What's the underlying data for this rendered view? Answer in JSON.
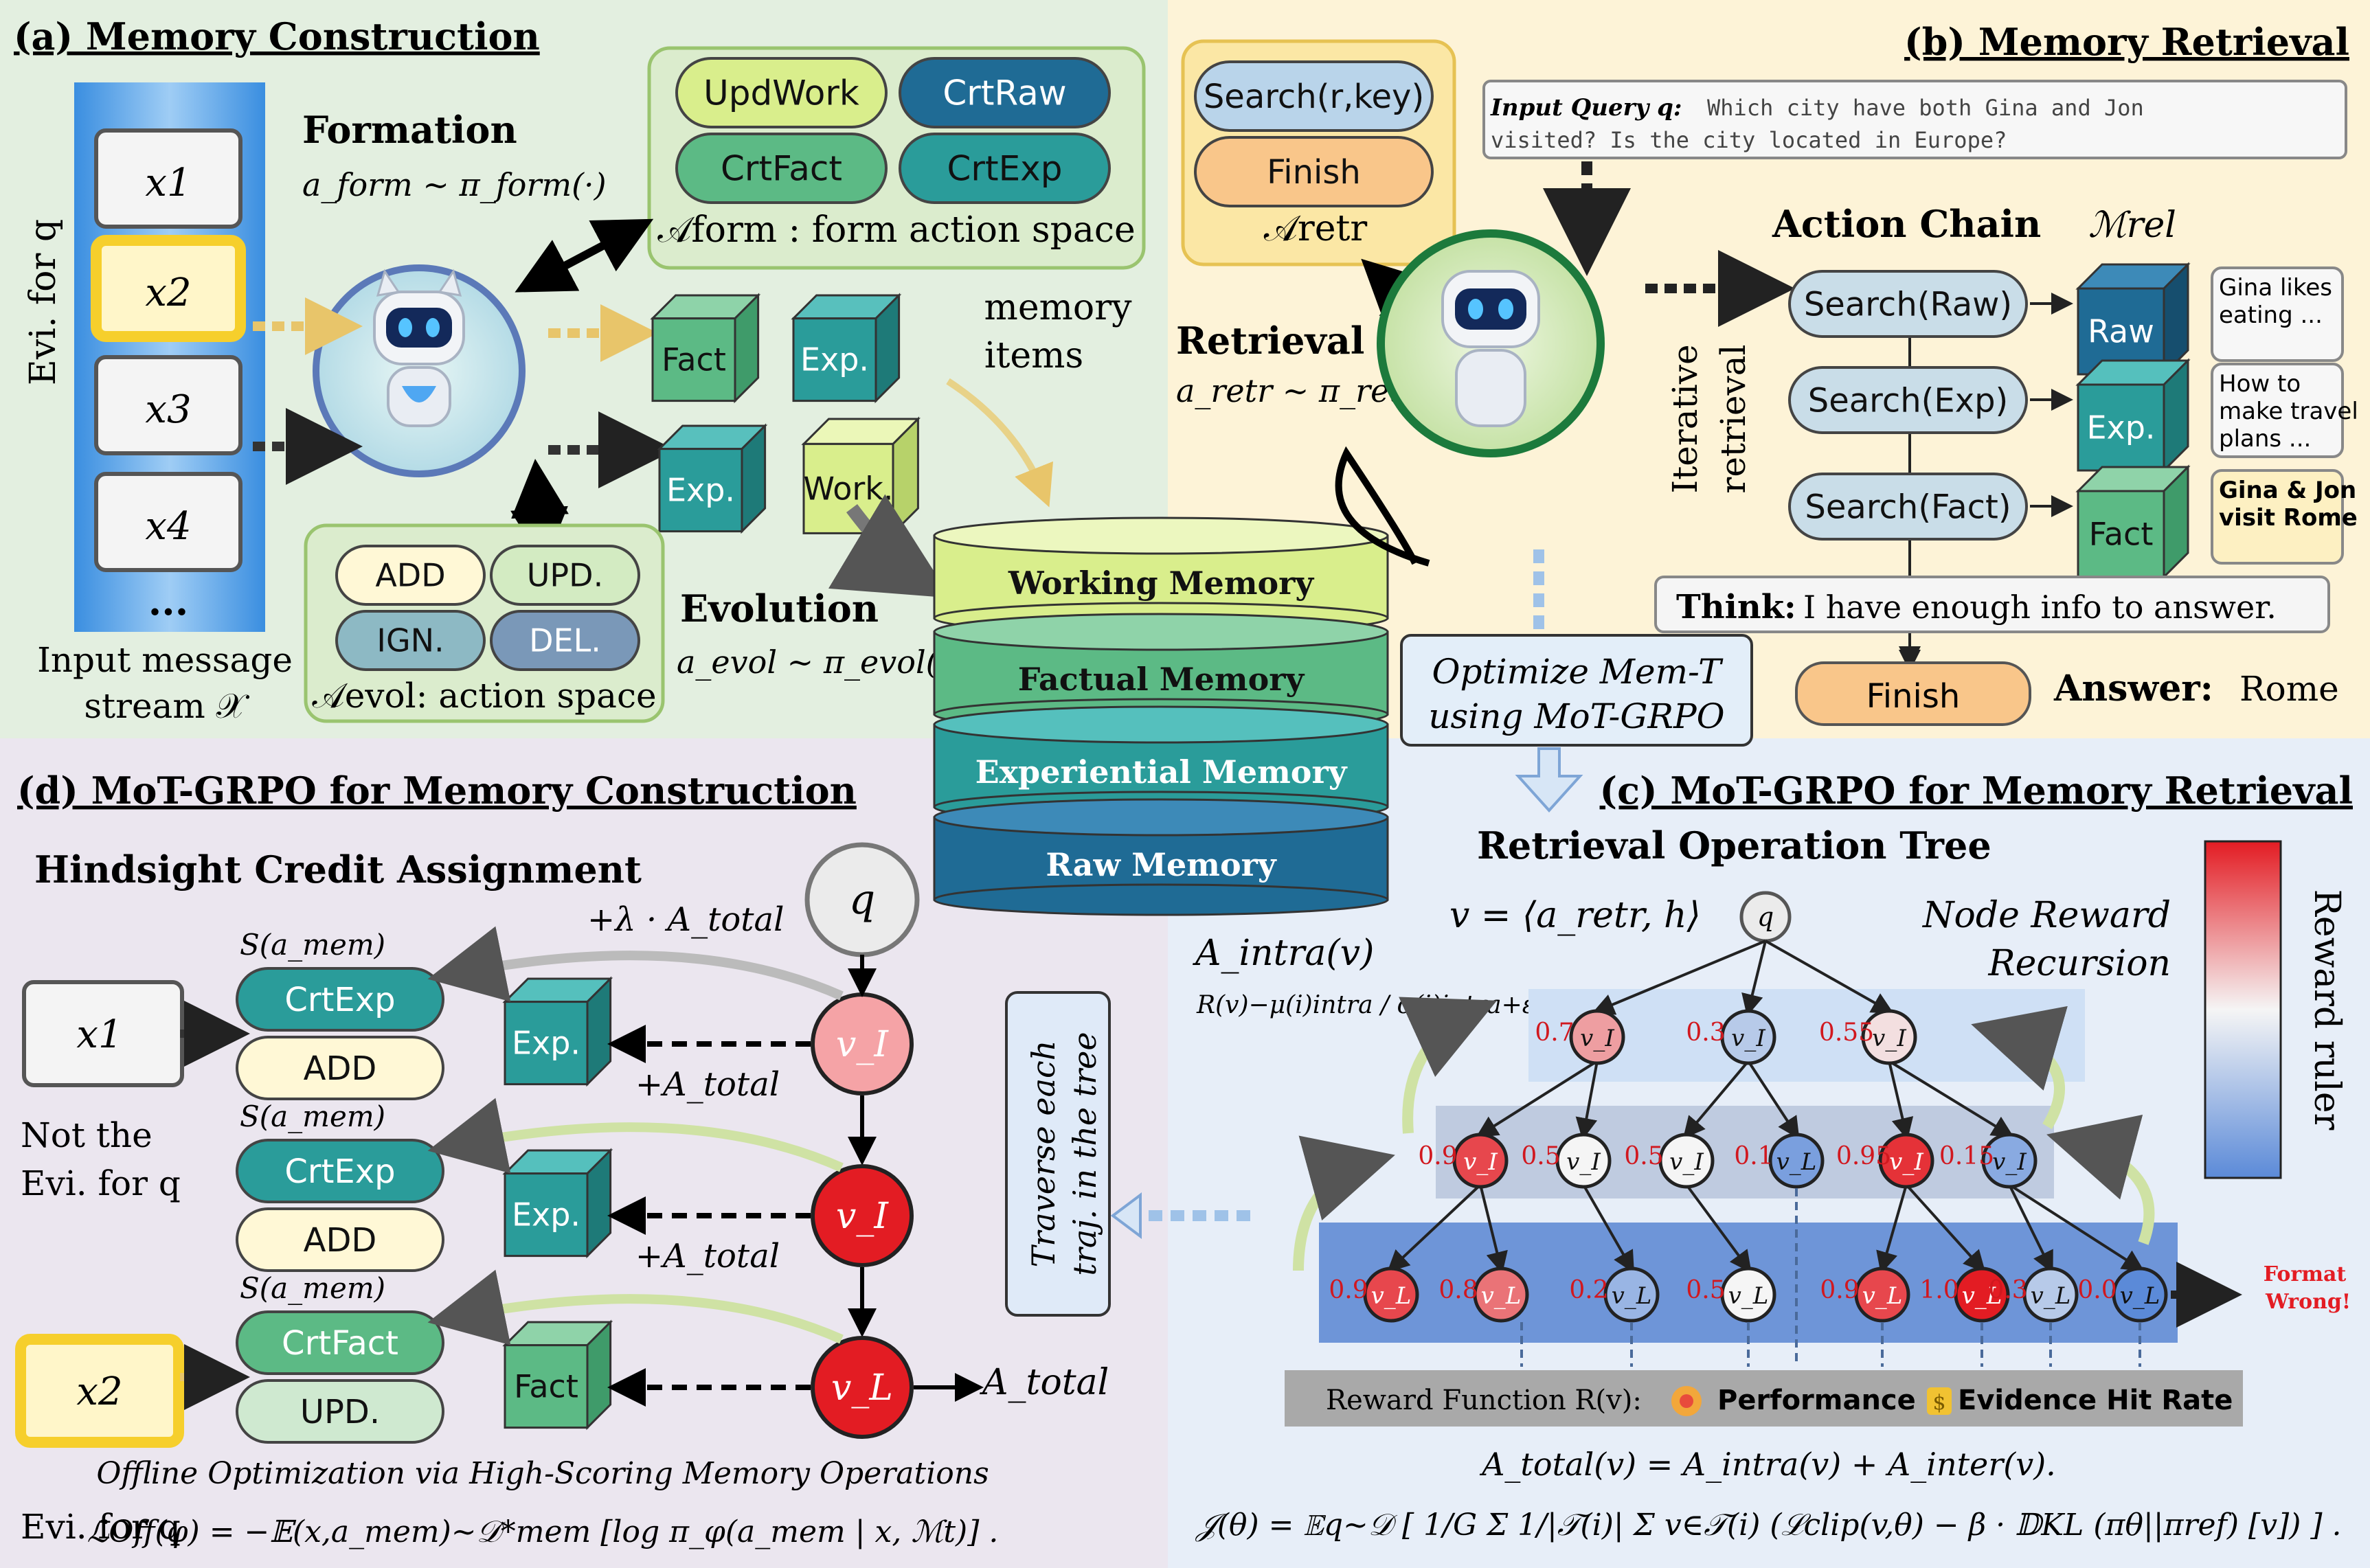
{
  "panels": {
    "a": {
      "title": "(a) Memory Construction"
    },
    "b": {
      "title": "(b) Memory Retrieval"
    },
    "c": {
      "title": "(c) MoT-GRPO for Memory Retrieval"
    },
    "d": {
      "title": "(d) MoT-GRPO for Memory Construction"
    }
  },
  "construction": {
    "evi_label": "Evi. for q",
    "stream_items": [
      "x1",
      "x2",
      "x3",
      "x4",
      "..."
    ],
    "stream_caption": [
      "Input message",
      "stream 𝒳"
    ],
    "formation_title": "Formation",
    "formation_formula": "a_form ~ π_form(·)",
    "form_actions": [
      "UpdWork",
      "CrtRaw",
      "CrtFact",
      "CrtExp"
    ],
    "form_space_label": "𝒜form : form action space",
    "memory_items_label": [
      "memory",
      "items"
    ],
    "cubes_top": [
      "Fact",
      "Exp."
    ],
    "cubes_bottom": [
      "Exp.",
      "Work."
    ],
    "evolution_title": "Evolution",
    "evolution_formula": "a_evol ~ π_evol(·)",
    "evol_actions": [
      "ADD",
      "UPD.",
      "IGN.",
      "DEL."
    ],
    "evol_space_label": "𝒜evol: action space"
  },
  "memory_stack": [
    "Working Memory",
    "Factual Memory",
    "Experiential Memory",
    "Raw Memory"
  ],
  "retrieval": {
    "retr_actions": [
      "Search(r,key)",
      "Finish"
    ],
    "retr_space_label": "𝒜retr",
    "retrieval_title": "Retrieval",
    "retrieval_formula": "a_retr ~ π_retr(·)",
    "query_label": "Input Query q:",
    "query_text": [
      "Which city have both Gina and Jon",
      "visited? Is the city located in Europe?"
    ],
    "action_chain_title": "Action Chain",
    "m_rel": "ℳrel",
    "iterative_label": [
      "Iterative",
      "retrieval"
    ],
    "chain": [
      {
        "action": "Search(Raw)",
        "cube": "Raw",
        "result": [
          "Gina likes",
          "eating ..."
        ]
      },
      {
        "action": "Search(Exp)",
        "cube": "Exp.",
        "result": [
          "How to",
          "make travel",
          "plans ..."
        ]
      },
      {
        "action": "Search(Fact)",
        "cube": "Fact",
        "result": [
          "Gina & Jon",
          "visit Rome"
        ]
      }
    ],
    "think_label": "Think:",
    "think_text": "I have enough info to answer.",
    "finish_label": "Finish",
    "answer_label": "Answer:",
    "answer_text": "Rome",
    "optimize_text": [
      "Optimize Mem-T",
      "using MoT-GRPO"
    ]
  },
  "grpo_construction": {
    "hindsight_title": "Hindsight Credit Assignment",
    "q_node": "q",
    "plus_lambda": "+λ · A_total",
    "plus_a": "+A_total",
    "a_total": "A_total",
    "s_amem": "S(a_mem)",
    "rows": [
      {
        "input": "x1",
        "note": [
          "Not the",
          "Evi. for q"
        ],
        "top": "CrtExp",
        "bottom": "ADD",
        "cube": "Exp.",
        "node": "v_I"
      },
      {
        "input": "",
        "note": [],
        "top": "CrtExp",
        "bottom": "ADD",
        "cube": "Exp.",
        "node": "v_I"
      },
      {
        "input": "x2",
        "note": [
          "Evi. for q"
        ],
        "top": "CrtFact",
        "bottom": "UPD.",
        "cube": "Fact",
        "node": "v_L"
      }
    ],
    "traverse_text": [
      "Traverse each",
      "traj. in the tree"
    ],
    "offline_title": "Offline Optimization via High-Scoring Memory Operations",
    "offline_formula": "ℒOff(φ) = −𝔼(x,a_mem)~𝒟*mem [log π_φ(a_mem | x, ℳt)] ."
  },
  "grpo_retrieval": {
    "tree_title": "Retrieval Operation Tree",
    "v_def": "v = ⟨a_retr, h⟩",
    "root": "q",
    "node_reward_title": [
      "Node Reward",
      "Recursion"
    ],
    "a_intra": "A_intra(v)",
    "a_intra_formula": "R(v)−μ(i)intra / σ(i)intra+ε",
    "reward_ruler": "Reward ruler",
    "level1": [
      {
        "score": "0.7",
        "label": "v_I",
        "reward": 0.7
      },
      {
        "score": "0.3",
        "label": "v_I",
        "reward": 0.3
      },
      {
        "score": "0.55",
        "label": "v_I",
        "reward": 0.55
      }
    ],
    "level2": [
      {
        "score": "0.9",
        "label": "v_I",
        "reward": 0.9
      },
      {
        "score": "0.5",
        "label": "v_I",
        "reward": 0.5
      },
      {
        "score": "0.5",
        "label": "v_I",
        "reward": 0.5
      },
      {
        "score": "0.1",
        "label": "v_L",
        "reward": 0.1
      },
      {
        "score": "0.95",
        "label": "v_I",
        "reward": 0.95
      },
      {
        "score": "0.15",
        "label": "v_I",
        "reward": 0.15
      }
    ],
    "level3": [
      {
        "score": "0.9",
        "label": "v_L",
        "reward": 0.9
      },
      {
        "score": "0.8",
        "label": "v_L",
        "reward": 0.8
      },
      {
        "score": "0.2",
        "label": "v_L",
        "reward": 0.2
      },
      {
        "score": "0.5",
        "label": "v_L",
        "reward": 0.5
      },
      {
        "score": "0.9",
        "label": "v_L",
        "reward": 0.9
      },
      {
        "score": "1.0",
        "label": "v_L",
        "reward": 1.0
      },
      {
        "score": "0.3",
        "label": "v_L",
        "reward": 0.3
      },
      {
        "score": "0.0",
        "label": "v_L",
        "reward": 0.0
      }
    ],
    "format_wrong": [
      "Format",
      "Wrong!"
    ],
    "reward_function_label": "Reward Function R(v):",
    "performance_label": "Performance",
    "evidence_label": "Evidence Hit Rate",
    "a_total_formula": "A_total(v) = A_intra(v) + A_inter(v).",
    "objective_formula": "𝒥(θ) = 𝔼q~𝒟 [ 1/G Σ 1/|𝒯(i)| Σ v∈𝒯(i) (ℒclip(v,θ) − β · 𝔻KL (πθ||πref) [v]) ] ."
  },
  "colors": {
    "panel_a_bg": "#e3efe0",
    "panel_b_bg": "#fdf3d7",
    "panel_c_bg": "#e7eef8",
    "panel_d_bg": "#ebe6ef",
    "working": "#d9ee8c",
    "factual": "#5cba85",
    "experiential": "#2a9c9a",
    "raw": "#1f6b95",
    "reward_high": "#e31c23",
    "reward_low": "#5b8ad8"
  }
}
